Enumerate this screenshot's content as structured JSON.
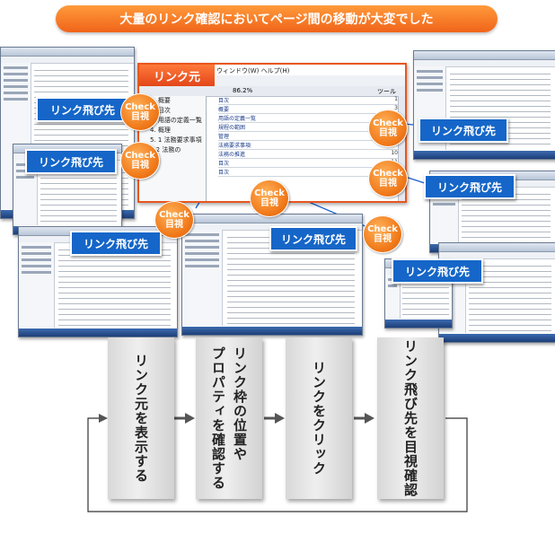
{
  "title": "大量のリンク確認においてページ間の移動が大変でした",
  "link_source_label": "リンク元",
  "link_target_label": "リンク飛び先",
  "check_label_line1": "Check",
  "check_label_line2": "目視",
  "center_window": {
    "menu": "ウィンドウ(W)  ヘルプ(H)",
    "zoom": "86.2%",
    "tool_label": "ツール",
    "nav_items": [
      "1. 概要",
      "2. 目次",
      "3. 用語の定義一覧",
      "4. 概理",
      "5. 1 法務要求事項",
      "5.2 法務の"
    ],
    "toc_rows": [
      {
        "text": "目次",
        "page": "1"
      },
      {
        "text": "概要",
        "page": "3"
      },
      {
        "text": "用語の定義一覧",
        "page": "5"
      },
      {
        "text": "規程の範囲",
        "page": "7"
      },
      {
        "text": "管理",
        "page": "8"
      },
      {
        "text": "法務要求事項",
        "page": "9"
      },
      {
        "text": "法務の推進",
        "page": "10"
      },
      {
        "text": "目次",
        "page": "11"
      },
      {
        "text": "目次",
        "page": "13"
      }
    ]
  },
  "steps": [
    "リンク元を表示する",
    "リンク枠の位置や\nプロパティを確認する",
    "リンクをクリック",
    "リンク飛び先を目視確認"
  ]
}
